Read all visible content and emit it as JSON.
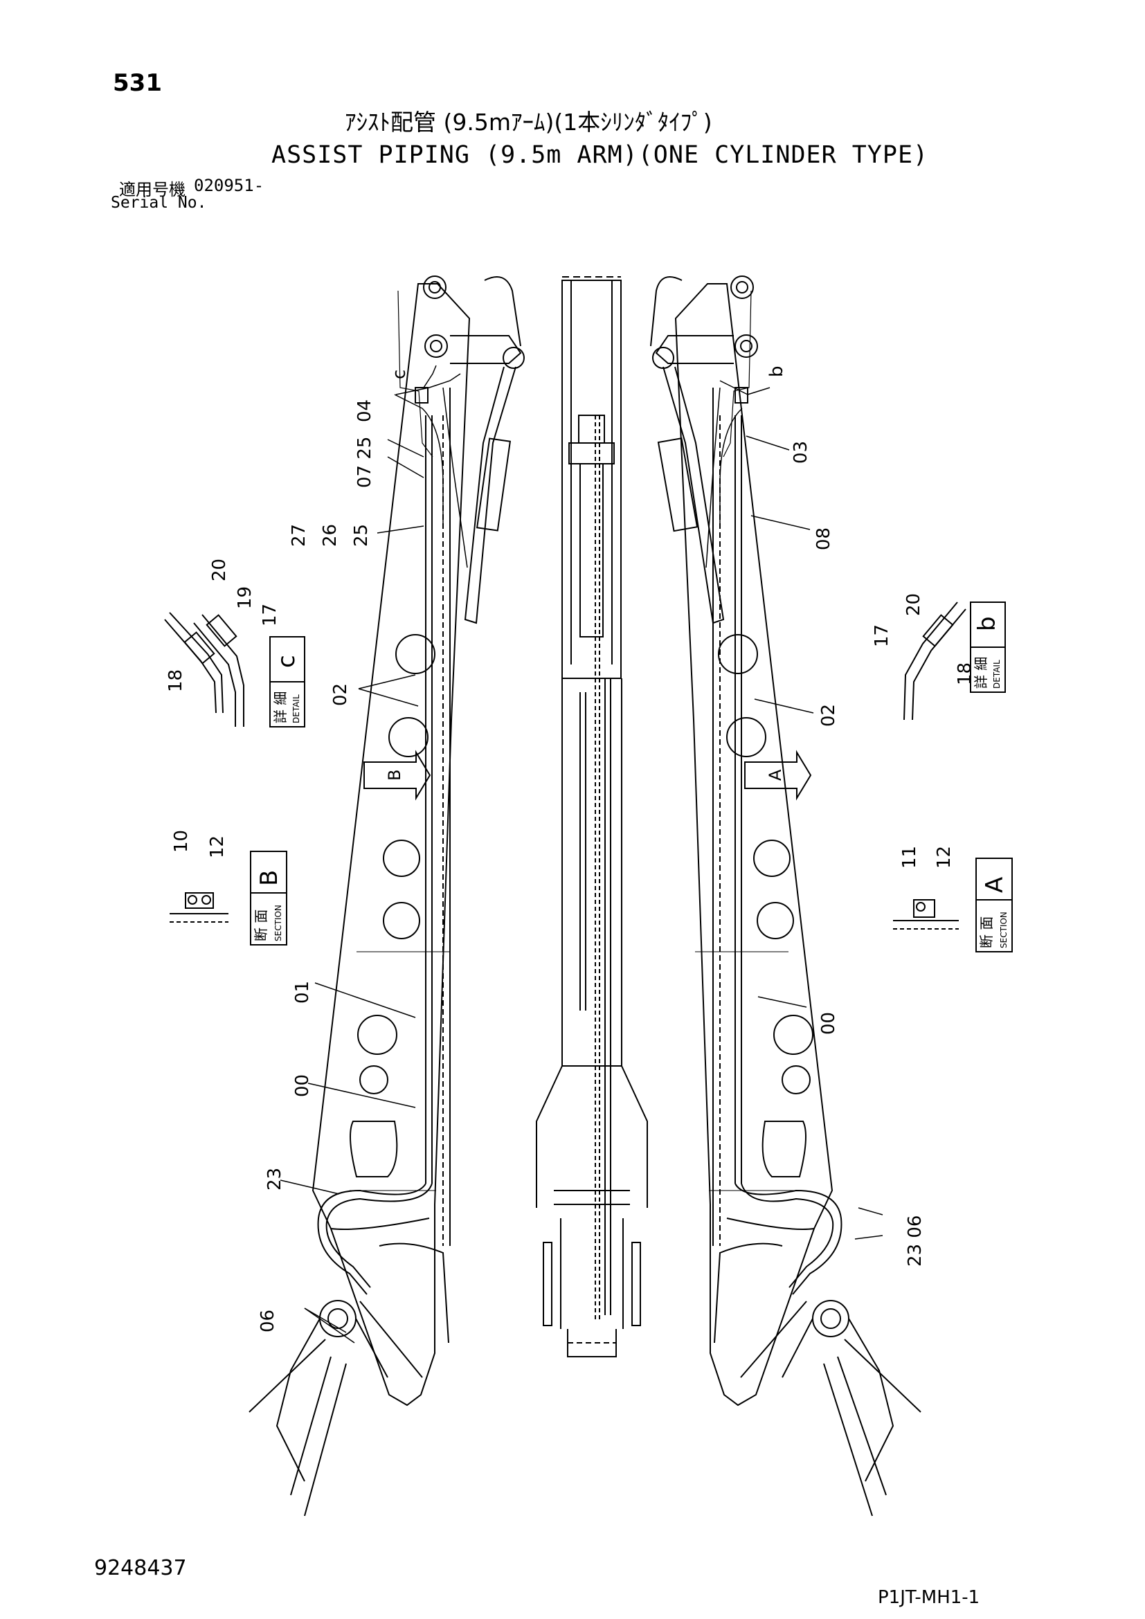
{
  "page": {
    "number": "531",
    "title_jp": "ｱｼｽﾄ配管 (9.5mｱｰﾑ)(1本ｼﾘﾝﾀﾞﾀｲﾌﾟ)",
    "title_en": "ASSIST PIPING (9.5m ARM)(ONE CYLINDER TYPE)",
    "serial_label_jp": "適用号機",
    "serial_value": "020951-",
    "serial_label_en": "Serial No.",
    "drawing_number": "9248437",
    "sheet_code": "P1JT-MH1-1"
  },
  "callouts": {
    "c_top": "c",
    "b_top": "b",
    "p04": "04",
    "p07_25": "07 25",
    "p27": "27",
    "p26": "26",
    "p25": "25",
    "p03": "03",
    "p08": "08",
    "p02_left": "02",
    "p02_right": "02",
    "p01": "01",
    "p00_left": "00",
    "p00_right": "00",
    "p23_left": "23",
    "p23_06_right": "23 06",
    "p06_left": "06"
  },
  "details": {
    "detail_c": {
      "jp": "詳 細",
      "en": "DETAIL",
      "letter": "c",
      "parts": [
        "20",
        "19",
        "17",
        "18"
      ]
    },
    "detail_b": {
      "jp": "詳 細",
      "en": "DETAIL",
      "letter": "b",
      "parts": [
        "20",
        "17",
        "18"
      ]
    },
    "section_B": {
      "jp": "断 面",
      "en": "SECTION",
      "letter": "B",
      "parts": [
        "10",
        "12"
      ]
    },
    "section_A": {
      "jp": "断 面",
      "en": "SECTION",
      "letter": "A",
      "parts": [
        "11",
        "12"
      ]
    }
  },
  "view_arrows": {
    "left": "B",
    "right": "A"
  }
}
